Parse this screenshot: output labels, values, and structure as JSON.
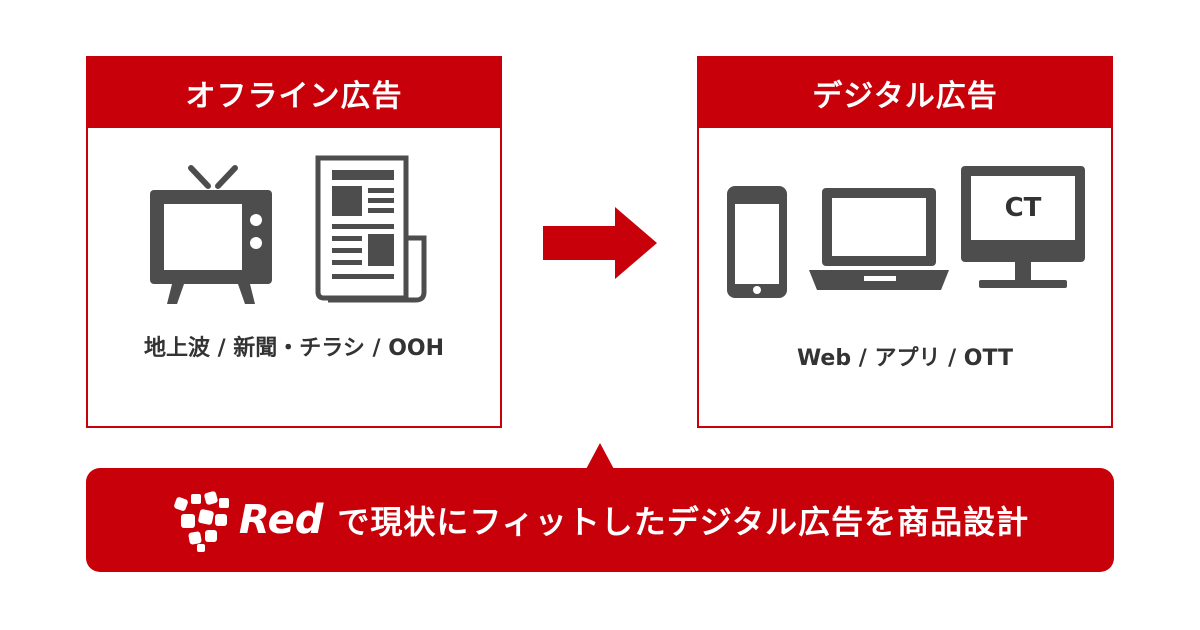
{
  "offline": {
    "title": "オフライン広告",
    "caption": "地上波 / 新聞・チラシ / OOH",
    "icons": [
      "tv-icon",
      "newspaper-icon"
    ]
  },
  "digital": {
    "title": "デジタル広告",
    "caption": "Web / アプリ / OTT",
    "icons": [
      "smartphone-icon",
      "laptop-icon",
      "monitor-icon"
    ],
    "monitor_label": "CT"
  },
  "banner": {
    "brand": "Red",
    "text": "で現状にフィットしたデジタル広告を商品設計"
  },
  "colors": {
    "accent": "#c8000a",
    "icon": "#4d4d4d"
  }
}
